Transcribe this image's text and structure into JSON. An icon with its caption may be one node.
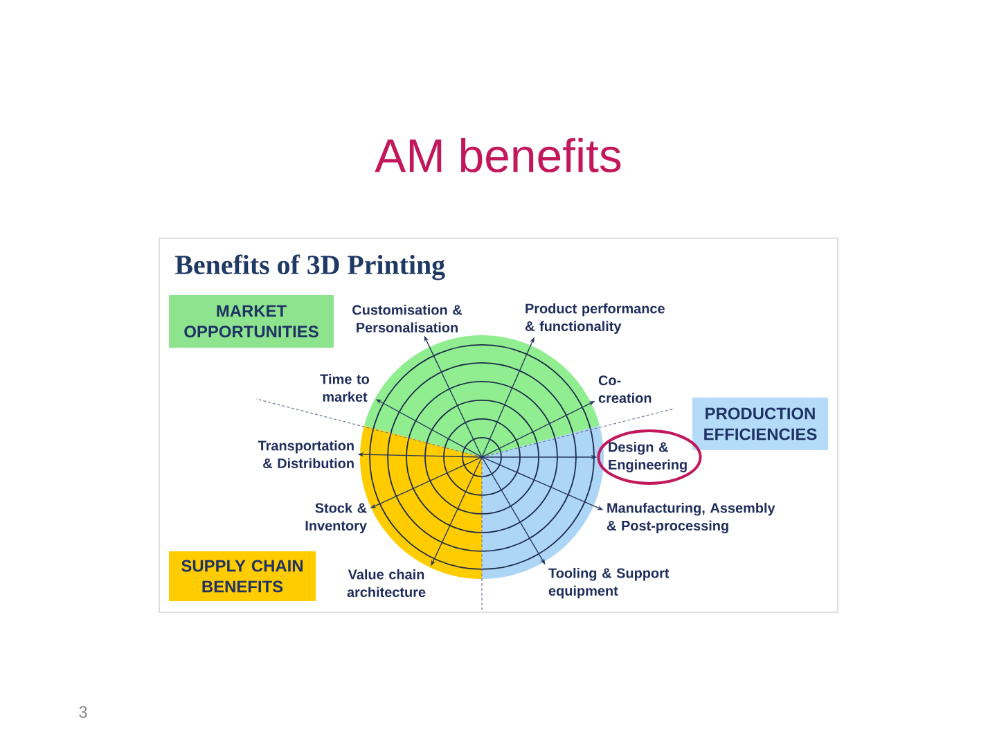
{
  "diagram": {
    "title": "AM benefits",
    "nodes": [
      {
        "text": [
          "MARKET OPPORTUNITIES"
        ]
      },
      {
        "text": [
          "Customisation & Personalisation"
        ]
      },
      {
        "text": [
          "Product performance & functionality"
        ]
      },
      {
        "text": [
          "Time to market"
        ]
      },
      {
        "text": [
          "Co- creation"
        ]
      },
      {
        "text": [
          "PRODUCTION EFFICIENCIES"
        ]
      },
      {
        "text": [
          "Transportation & Distribution"
        ]
      },
      {
        "text": [
          "Design & Engineering"
        ]
      },
      {
        "text": [
          "Stock & Inventory"
        ]
      },
      {
        "text": [
          "Manufacturing, Assembly & Post-processing"
        ]
      },
      {
        "text": [
          "SUPPLY CHAIN BENEFITS"
        ]
      },
      {
        "text": [
          "Value chain architecture"
        ]
      },
      {
        "text": [
          "Tooling & Support equipment"
        ]
      }
    ],
    "edges": [
      {
        "from": null,
        "to": 1,
        "arrow": "to"
      },
      {
        "from": null,
        "to": 2,
        "arrow": "to"
      },
      {
        "from": null,
        "to": 3,
        "arrow": "to"
      },
      {
        "from": null,
        "to": 4,
        "arrow": "to"
      },
      {
        "from": null,
        "to": 6,
        "arrow": "to"
      },
      {
        "from": null,
        "to": 7,
        "arrow": "to"
      },
      {
        "from": null,
        "to": 8,
        "arrow": "to"
      },
      {
        "from": null,
        "to": 9,
        "arrow": "to"
      },
      {
        "from": null,
        "to": 11,
        "arrow": "to"
      },
      {
        "from": null,
        "to": 12,
        "arrow": "to"
      }
    ],
    "labels": [
      "Benefits of 3D Printing",
      "3"
    ]
  }
}
